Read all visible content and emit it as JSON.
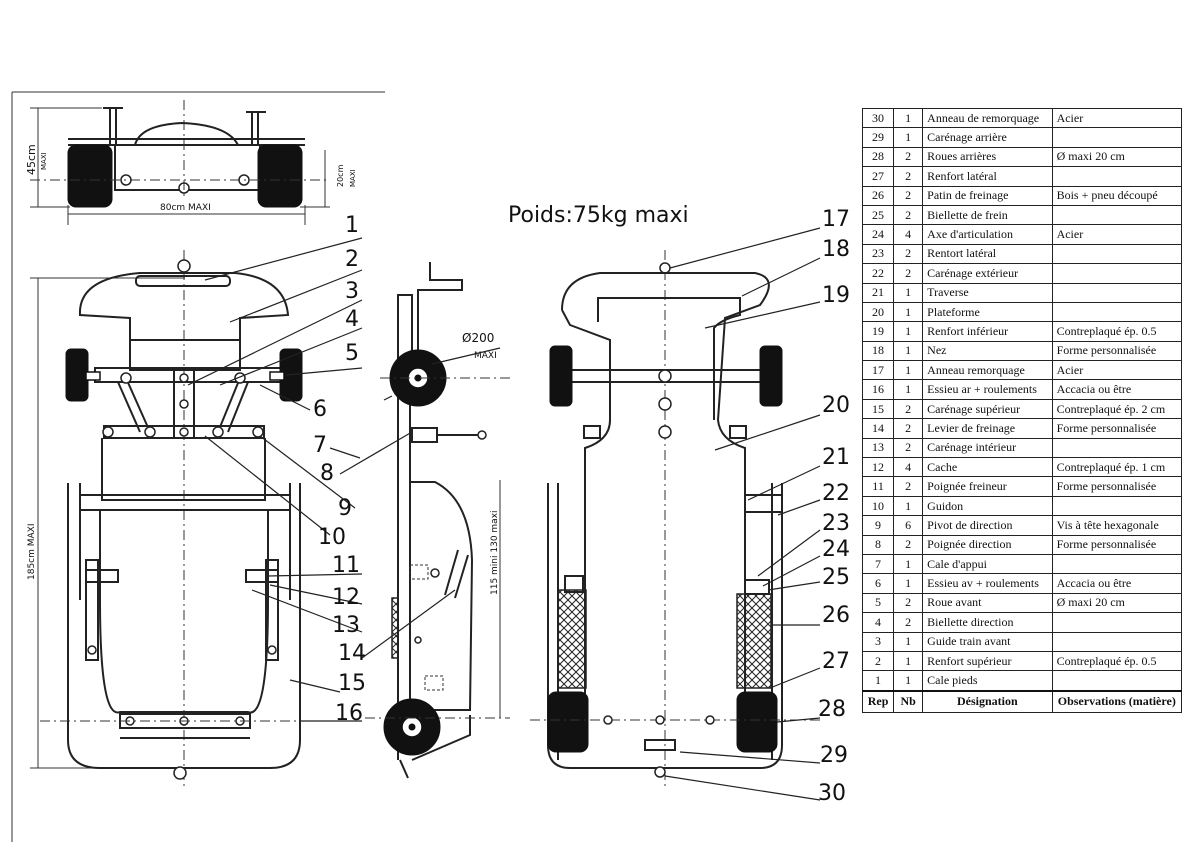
{
  "title": "Poids:75kg maxi",
  "dimensions": {
    "height_top": "45cm",
    "height_top_suffix": "MAXI",
    "width_top": "80cm MAXI",
    "axle_height": "20cm",
    "axle_height_suffix": "MAXI",
    "length": "185cm MAXI",
    "wheel_diameter": "Ø200",
    "wheel_diameter_suffix": "MAXI",
    "ground_clearance": "115 mini  130 maxi"
  },
  "callouts": [
    "1",
    "2",
    "3",
    "4",
    "5",
    "6",
    "7",
    "8",
    "9",
    "10",
    "11",
    "12",
    "13",
    "14",
    "15",
    "16",
    "17",
    "18",
    "19",
    "20",
    "21",
    "22",
    "23",
    "24",
    "25",
    "26",
    "27",
    "28",
    "29",
    "30"
  ],
  "parts_table": {
    "headers": {
      "rep": "Rep",
      "nb": "Nb",
      "designation": "Désignation",
      "observations": "Observations (matière)"
    },
    "rows": [
      {
        "rep": "30",
        "nb": "1",
        "designation": "Anneau de remorquage",
        "observations": "Acier"
      },
      {
        "rep": "29",
        "nb": "1",
        "designation": "Carénage arrière",
        "observations": ""
      },
      {
        "rep": "28",
        "nb": "2",
        "designation": "Roues arrières",
        "observations": "Ø maxi 20 cm"
      },
      {
        "rep": "27",
        "nb": "2",
        "designation": "Renfort latéral",
        "observations": ""
      },
      {
        "rep": "26",
        "nb": "2",
        "designation": "Patin de freinage",
        "observations": "Bois + pneu découpé"
      },
      {
        "rep": "25",
        "nb": "2",
        "designation": "Biellette de frein",
        "observations": ""
      },
      {
        "rep": "24",
        "nb": "4",
        "designation": "Axe d'articulation",
        "observations": "Acier"
      },
      {
        "rep": "23",
        "nb": "2",
        "designation": "Rentort latéral",
        "observations": ""
      },
      {
        "rep": "22",
        "nb": "2",
        "designation": "Carénage extérieur",
        "observations": ""
      },
      {
        "rep": "21",
        "nb": "1",
        "designation": "Traverse",
        "observations": ""
      },
      {
        "rep": "20",
        "nb": "1",
        "designation": "Plateforme",
        "observations": ""
      },
      {
        "rep": "19",
        "nb": "1",
        "designation": "Renfort inférieur",
        "observations": "Contreplaqué ép. 0.5"
      },
      {
        "rep": "18",
        "nb": "1",
        "designation": "Nez",
        "observations": "Forme personnalisée"
      },
      {
        "rep": "17",
        "nb": "1",
        "designation": "Anneau remorquage",
        "observations": "Acier"
      },
      {
        "rep": "16",
        "nb": "1",
        "designation": "Essieu ar + roulements",
        "observations": "Accacia ou être"
      },
      {
        "rep": "15",
        "nb": "2",
        "designation": "Carénage supérieur",
        "observations": "Contreplaqué ép. 2 cm"
      },
      {
        "rep": "14",
        "nb": "2",
        "designation": "Levier de freinage",
        "observations": "Forme personnalisée"
      },
      {
        "rep": "13",
        "nb": "2",
        "designation": "Carénage intérieur",
        "observations": ""
      },
      {
        "rep": "12",
        "nb": "4",
        "designation": "Cache",
        "observations": "Contreplaqué ép. 1 cm"
      },
      {
        "rep": "11",
        "nb": "2",
        "designation": "Poignée freineur",
        "observations": "Forme personnalisée"
      },
      {
        "rep": "10",
        "nb": "1",
        "designation": "Guidon",
        "observations": ""
      },
      {
        "rep": "9",
        "nb": "6",
        "designation": "Pivot de direction",
        "observations": "Vis à tête hexagonale"
      },
      {
        "rep": "8",
        "nb": "2",
        "designation": "Poignée direction",
        "observations": "Forme personnalisée"
      },
      {
        "rep": "7",
        "nb": "1",
        "designation": "Cale d'appui",
        "observations": ""
      },
      {
        "rep": "6",
        "nb": "1",
        "designation": "Essieu av + roulements",
        "observations": "Accacia ou être"
      },
      {
        "rep": "5",
        "nb": "2",
        "designation": "Roue avant",
        "observations": "Ø maxi 20 cm"
      },
      {
        "rep": "4",
        "nb": "2",
        "designation": "Biellette direction",
        "observations": ""
      },
      {
        "rep": "3",
        "nb": "1",
        "designation": "Guide train avant",
        "observations": ""
      },
      {
        "rep": "2",
        "nb": "1",
        "designation": "Renfort supérieur",
        "observations": "Contreplaqué ép. 0.5"
      },
      {
        "rep": "1",
        "nb": "1",
        "designation": "Cale pieds",
        "observations": ""
      }
    ]
  }
}
